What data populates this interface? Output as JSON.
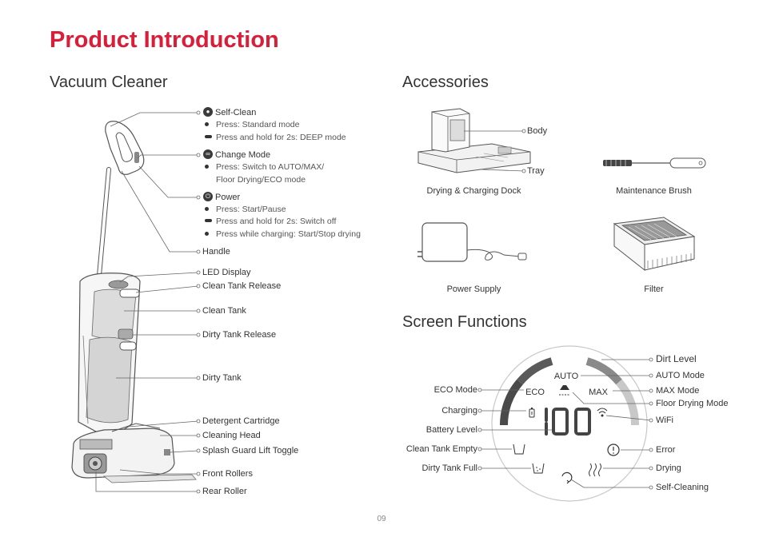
{
  "page_title": "Product Introduction",
  "page_number": "09",
  "vacuum": {
    "title": "Vacuum Cleaner",
    "self_clean": {
      "label": "Self-Clean",
      "press": "Press: Standard mode",
      "hold": "Press and hold for 2s: DEEP mode"
    },
    "change_mode": {
      "label": "Change Mode",
      "press_line1": "Press: Switch to AUTO/MAX/",
      "press_line2": "Floor Drying/ECO mode"
    },
    "power": {
      "label": "Power",
      "press": "Press: Start/Pause",
      "hold": "Press and hold for 2s: Switch off",
      "charging": "Press while charging: Start/Stop drying"
    },
    "parts": {
      "handle": "Handle",
      "led_display": "LED Display",
      "clean_tank_release": "Clean Tank Release",
      "clean_tank": "Clean Tank",
      "dirty_tank_release": "Dirty Tank Release",
      "dirty_tank": "Dirty Tank",
      "detergent_cartridge": "Detergent Cartridge",
      "cleaning_head": "Cleaning Head",
      "splash_guard": "Splash Guard Lift Toggle",
      "front_rollers": "Front Rollers",
      "rear_roller": "Rear Roller"
    }
  },
  "accessories": {
    "title": "Accessories",
    "body": "Body",
    "tray": "Tray",
    "dock": "Drying & Charging Dock",
    "brush": "Maintenance Brush",
    "power_supply": "Power Supply",
    "filter": "Filter"
  },
  "screen": {
    "title": "Screen Functions",
    "display_auto": "AUTO",
    "display_eco": "ECO",
    "display_max": "MAX",
    "left": {
      "eco_mode": "ECO Mode",
      "charging": "Charging",
      "battery_level": "Battery Level",
      "clean_tank_empty": "Clean Tank Empty",
      "dirty_tank_full": "Dirty Tank Full"
    },
    "right": {
      "dirt_level": "Dirt Level",
      "auto_mode": "AUTO Mode",
      "max_mode": "MAX Mode",
      "floor_drying_mode": "Floor Drying Mode",
      "wifi": "WiFi",
      "error": "Error",
      "drying": "Drying",
      "self_cleaning": "Self-Cleaning"
    }
  },
  "icons": {
    "self_clean": "droplet-icon",
    "change_mode": "mode-icon",
    "power": "power-icon"
  },
  "colors": {
    "accent": "#d81e38",
    "text": "#333333",
    "arc_dark": "#4a4a4a",
    "arc_mid": "#8a8a8a",
    "arc_light": "#c8c8c8"
  }
}
